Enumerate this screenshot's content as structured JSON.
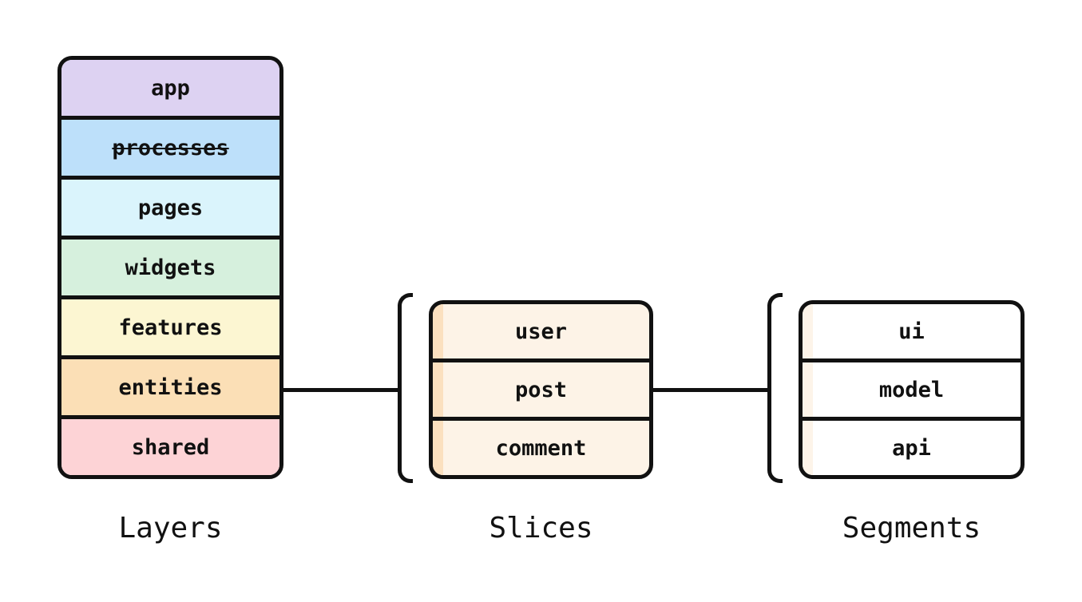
{
  "diagram": {
    "stroke_color": "#111111",
    "background_color": "#ffffff",
    "layers": {
      "caption": "Layers",
      "items": [
        {
          "label": "app",
          "color": "#ddd2f2",
          "strikethrough": false
        },
        {
          "label": "processes",
          "color": "#bde0fa",
          "strikethrough": true
        },
        {
          "label": "pages",
          "color": "#daf4fc",
          "strikethrough": false
        },
        {
          "label": "widgets",
          "color": "#d6f0dd",
          "strikethrough": false
        },
        {
          "label": "features",
          "color": "#fcf6d2",
          "strikethrough": false
        },
        {
          "label": "entities",
          "color": "#fbdfb6",
          "strikethrough": false
        },
        {
          "label": "shared",
          "color": "#fdd3d6",
          "strikethrough": false
        }
      ]
    },
    "slices": {
      "caption": "Slices",
      "row_color": "#fdf3e7",
      "accent_strip_color": "#fbe0bf",
      "items": [
        {
          "label": "user"
        },
        {
          "label": "post"
        },
        {
          "label": "comment"
        }
      ]
    },
    "segments": {
      "caption": "Segments",
      "row_color": "#ffffff",
      "accent_strip_color": "#fdf4e9",
      "items": [
        {
          "label": "ui"
        },
        {
          "label": "model"
        },
        {
          "label": "api"
        }
      ]
    }
  }
}
